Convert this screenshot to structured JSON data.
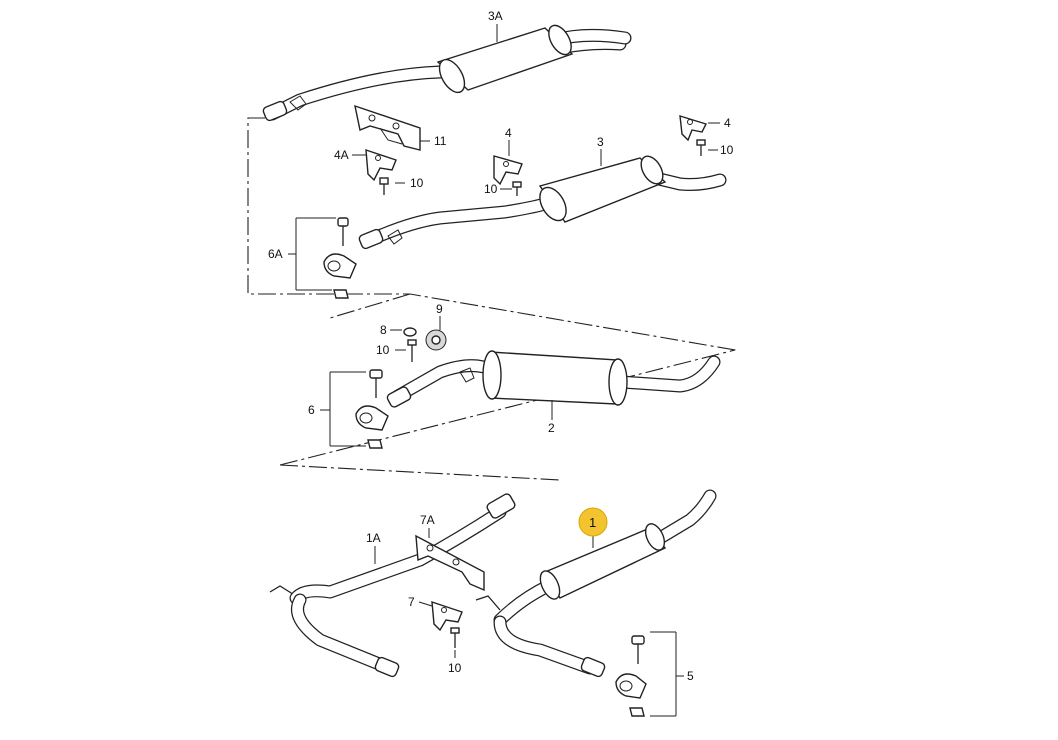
{
  "colors": {
    "highlight": "#f4c430",
    "ink": "#222222"
  },
  "labels": {
    "p3A": "3A",
    "p11": "11",
    "p4A": "4A",
    "p10_a": "10",
    "p4_mid": "4",
    "p10_b": "10",
    "p3": "3",
    "p4_right": "4",
    "p10_c": "10",
    "p6A": "6A",
    "p9": "9",
    "p8": "8",
    "p10_d": "10",
    "p6": "6",
    "p2": "2",
    "p1": "1",
    "p7A": "7A",
    "p1A": "1A",
    "p7": "7",
    "p10_e": "10",
    "p5": "5"
  }
}
